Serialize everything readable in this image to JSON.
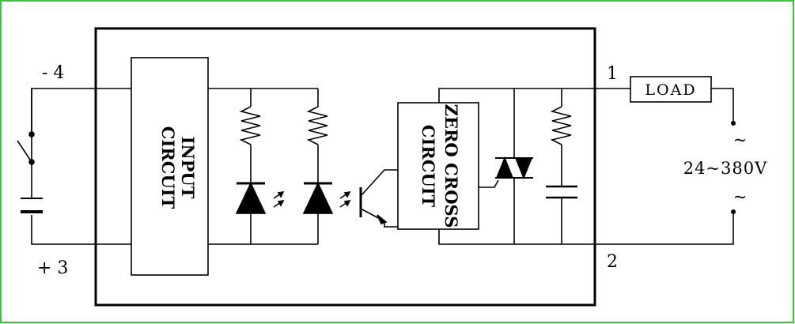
{
  "terminals": {
    "t4": "- 4",
    "t3": "+ 3",
    "t1": "1",
    "t2": "2"
  },
  "blocks": {
    "input_line1": "INPUT",
    "input_line2": "CIRCUIT",
    "zero_line1": "ZERO CROSS",
    "zero_line2": "CIRCUIT",
    "load": "LOAD"
  },
  "supply": {
    "voltage": "24~380V",
    "ac_symbol_top": "~",
    "ac_symbol_bottom": "~"
  },
  "colors": {
    "frame_border": "#33cc33",
    "line": "#000000",
    "background": "#ffffff"
  }
}
